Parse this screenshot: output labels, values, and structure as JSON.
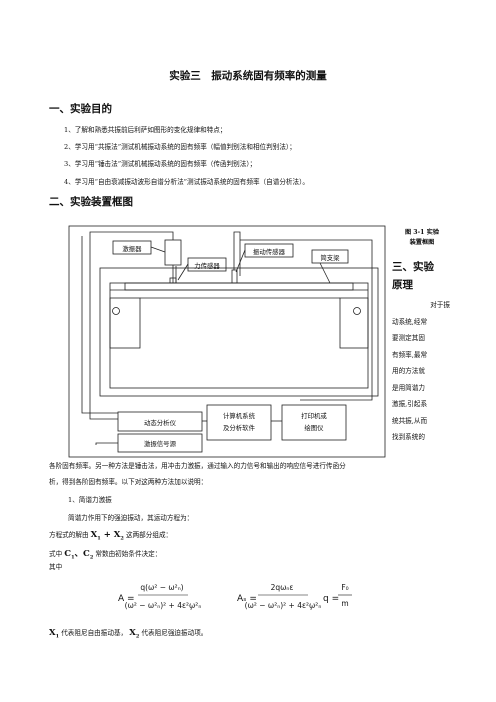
{
  "title": "实验三　振动系统固有频率的测量",
  "section1": {
    "heading": "一、实验目的",
    "items": [
      "1、了解和熟悉共振前后利萨如图形的变化规律和特点；",
      "2、学习用“共振法”测试机械振动系统的固有频率（幅值判别法和相位判别法）；",
      "3、学习用“锤击法”测试机械振动系统的固有频率（传函判别法）；",
      "4、学习用“自由衰减振动波形自谱分析法”测试振动系统的固有频率（自谱分析法）。"
    ]
  },
  "section2": {
    "heading": "二、实验装置框图"
  },
  "figure": {
    "caption_line1": "图 3-1 实验",
    "caption_line2": "装置框图",
    "labels": {
      "exciter": "激振器",
      "force_sensor": "力传感器",
      "vib_sensor": "振动传感器",
      "beam": "简支梁",
      "analyzer": "动态分析仪",
      "signal_source": "激振信号源",
      "computer_line1": "计算机系统",
      "computer_line2": "及分析软件",
      "printer_line1": "打印机或",
      "printer_line2": "绘图仪"
    }
  },
  "section3": {
    "heading_line1": "三、实验",
    "heading_line2": "原理",
    "side_lines": [
      "对于振",
      "动系统,经常",
      "要测定其固",
      "有频率,最常",
      "用的方法就",
      "是用简谐力",
      "激振,引起系",
      "统共振,从而",
      "找到系统的"
    ],
    "cont_line1": "各阶固有频率。另一种方法是锤击法，用冲击力激振，通过输入的力信号和输出的响应信号进行传函分",
    "cont_line2": "析，得到各阶固有频率。以下对这两种方法加以说明：",
    "sub1": "1、简谐力激振",
    "p1": "简谐力作用下的强迫振动，其运动方程为：",
    "p2_pre": "方程式的解由",
    "p2_post": "这两部分组成：",
    "p3_pre": "式中",
    "p3_post": "常数由初始条件决定：",
    "p4": "其中",
    "last_mid": "代表阻尼自由振动基，",
    "last_end": "代表阻尼强迫振动项。"
  }
}
